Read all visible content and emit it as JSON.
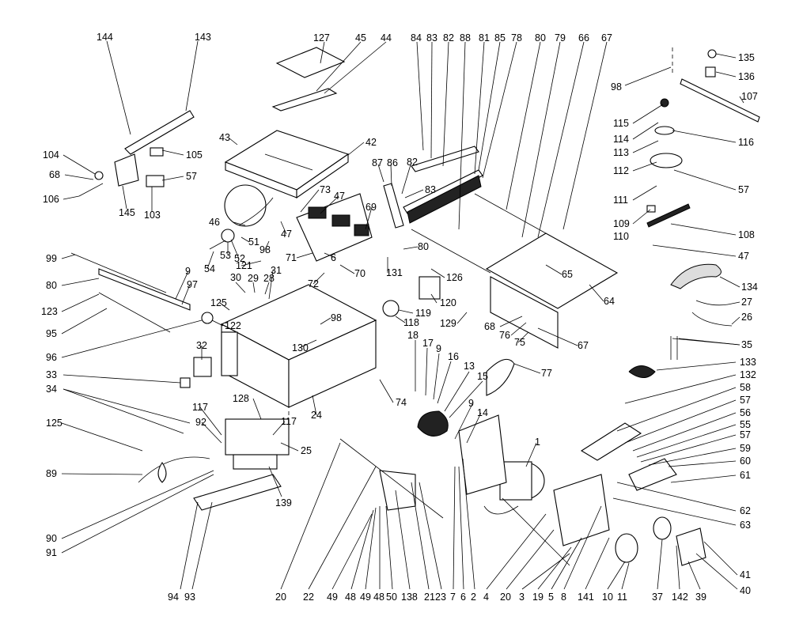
{
  "callouts": [
    "144",
    "143",
    "127",
    "45",
    "44",
    "84",
    "83",
    "82",
    "88",
    "81",
    "85",
    "78",
    "80",
    "79",
    "66",
    "67",
    "135",
    "136",
    "98",
    "107",
    "115",
    "116",
    "114",
    "113",
    "112",
    "57",
    "111",
    "109",
    "108",
    "47",
    "110",
    "104",
    "68",
    "106",
    "105",
    "145",
    "103",
    "57",
    "43",
    "42",
    "87",
    "86",
    "82",
    "83",
    "73",
    "47",
    "69",
    "46",
    "51",
    "98",
    "47",
    "53",
    "52",
    "54",
    "71",
    "6",
    "80",
    "70",
    "99",
    "9",
    "97",
    "80",
    "123",
    "95",
    "96",
    "121",
    "31",
    "30",
    "29",
    "28",
    "72",
    "131",
    "126",
    "65",
    "64",
    "134",
    "27",
    "26",
    "35",
    "125",
    "122",
    "98",
    "119",
    "120",
    "118",
    "129",
    "68",
    "76",
    "75",
    "67",
    "130",
    "32",
    "33",
    "34",
    "18",
    "17",
    "9",
    "16",
    "13",
    "15",
    "77",
    "133",
    "132",
    "58",
    "57",
    "56",
    "55",
    "57",
    "59",
    "60",
    "61",
    "128",
    "74",
    "24",
    "117",
    "92",
    "117",
    "125",
    "25",
    "89",
    "139",
    "9",
    "14",
    "1",
    "62",
    "63",
    "90",
    "91",
    "94",
    "93",
    "20",
    "22",
    "49",
    "48",
    "49",
    "48",
    "50",
    "138",
    "21",
    "23",
    "7",
    "6",
    "2",
    "4",
    "20",
    "3",
    "19",
    "5",
    "8",
    "141",
    "10",
    "11",
    "37",
    "142",
    "39",
    "41",
    "40"
  ]
}
